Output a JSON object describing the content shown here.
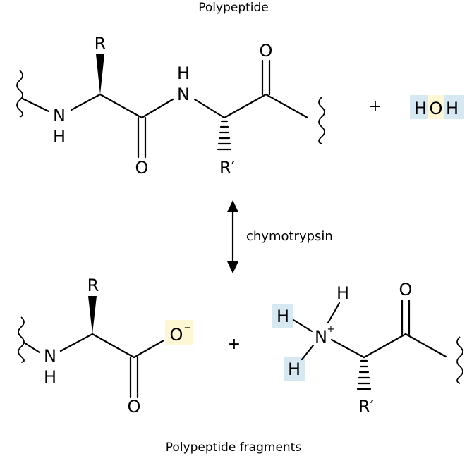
{
  "title": "Polypeptide",
  "product_title": "Polypeptide fragments",
  "reagent": "chymotrypsin",
  "plus": "+",
  "colors": {
    "blue_highlight": "#d6e9f3",
    "yellow_highlight": "#fdf7d3",
    "ink": "#000000"
  },
  "reactant": {
    "r_group": "R",
    "r_prime_group": "R′",
    "n_atom": "N",
    "h_atom": "H",
    "o_atom": "O"
  },
  "water": {
    "h_left": "H",
    "o": "O",
    "h_right": "H"
  },
  "product_left": {
    "r_group": "R",
    "n_atom": "N",
    "h_atom": "H",
    "o_atom": "O",
    "o_minus_atom": "O",
    "minus_sign": "−"
  },
  "product_right": {
    "h_top": "H",
    "h_left": "H",
    "h_bottom": "H",
    "n_atom": "N",
    "plus_sign": "+",
    "o_atom": "O",
    "r_prime_group": "R′"
  }
}
